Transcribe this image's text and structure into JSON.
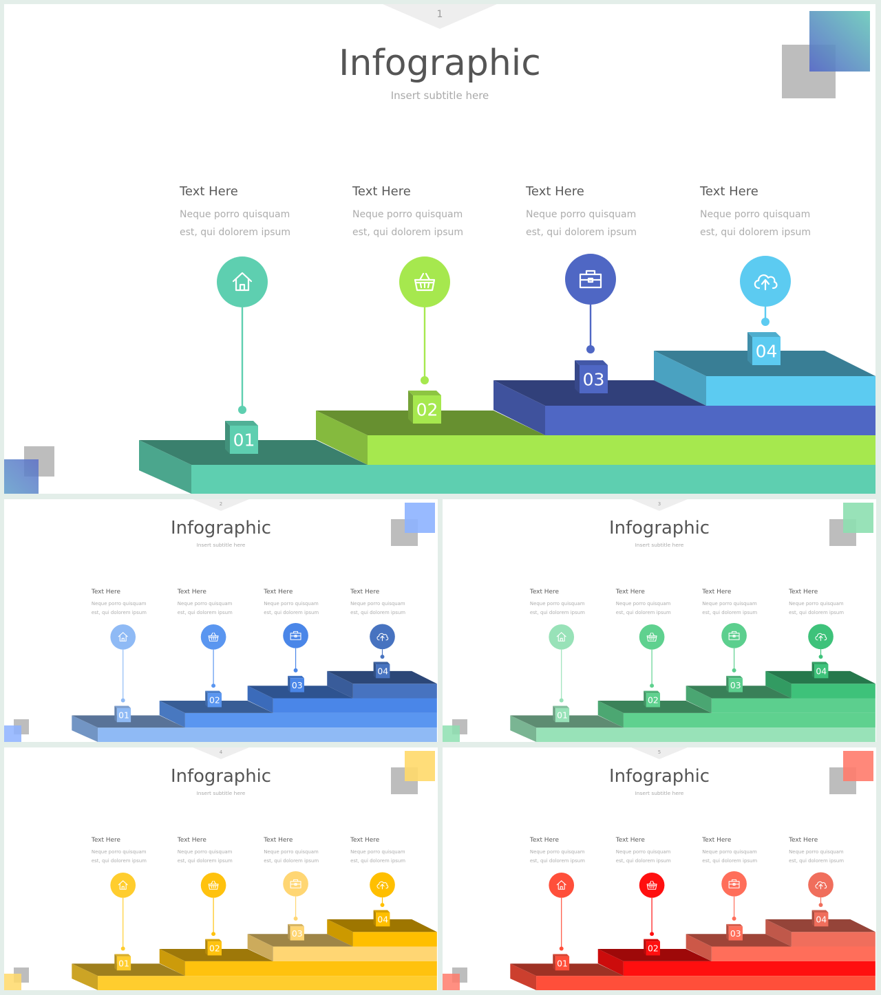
{
  "slides": [
    {
      "page": "1",
      "title": "Infographic",
      "subtitle": "Insert  subtitle  here",
      "colors": {
        "step1": "#5ecfb0",
        "step2": "#a6e84e",
        "step3": "#4f67c4",
        "step4": "#5ccbf1",
        "deco_top": "#5b8ec9",
        "deco_bottom": "#5b8ec9"
      }
    },
    {
      "page": "2",
      "title": "Infographic",
      "subtitle": "Insert  subtitle  here",
      "colors": {
        "step1": "#8fbaf5",
        "step2": "#5a96f0",
        "step3": "#4a86e8",
        "step4": "#4773c0",
        "deco_top": "#8db2ff",
        "deco_bottom": "#8db2ff"
      }
    },
    {
      "page": "3",
      "title": "Infographic",
      "subtitle": "Insert  subtitle  here",
      "colors": {
        "step1": "#98e2b8",
        "step2": "#5fd18f",
        "step3": "#5ccf8e",
        "step4": "#3ec27a",
        "deco_top": "#8ddfb0",
        "deco_bottom": "#8ddfb0"
      }
    },
    {
      "page": "4",
      "title": "Infographic",
      "subtitle": "Insert  subtitle  here",
      "colors": {
        "step1": "#ffcd2e",
        "step2": "#ffc20e",
        "step3": "#ffd673",
        "step4": "#ffbf00",
        "deco_top": "#ffd96a",
        "deco_bottom": "#ffd96a"
      }
    },
    {
      "page": "5",
      "title": "Infographic",
      "subtitle": "Insert  subtitle  here",
      "colors": {
        "step1": "#ff4f3a",
        "step2": "#ff0f0f",
        "step3": "#ff6e5a",
        "step4": "#f06e5c",
        "deco_top": "#ff7b6b",
        "deco_bottom": "#ff7b6b"
      }
    }
  ],
  "steps": [
    {
      "number": "01",
      "heading": "Text Here",
      "desc_line1": "Neque  porro  quisquam",
      "desc_line2": "est,  qui  dolorem  ipsum",
      "icon": "home-icon"
    },
    {
      "number": "02",
      "heading": "Text Here",
      "desc_line1": "Neque  porro  quisquam",
      "desc_line2": "est,  qui  dolorem  ipsum",
      "icon": "basket-icon"
    },
    {
      "number": "03",
      "heading": "Text Here",
      "desc_line1": "Neque  porro  quisquam",
      "desc_line2": "est,  qui  dolorem  ipsum",
      "icon": "briefcase-icon"
    },
    {
      "number": "04",
      "heading": "Text Here",
      "desc_line1": "Neque  porro  quisquam",
      "desc_line2": "est,  qui  dolorem  ipsum",
      "icon": "cloud-upload-icon"
    }
  ]
}
